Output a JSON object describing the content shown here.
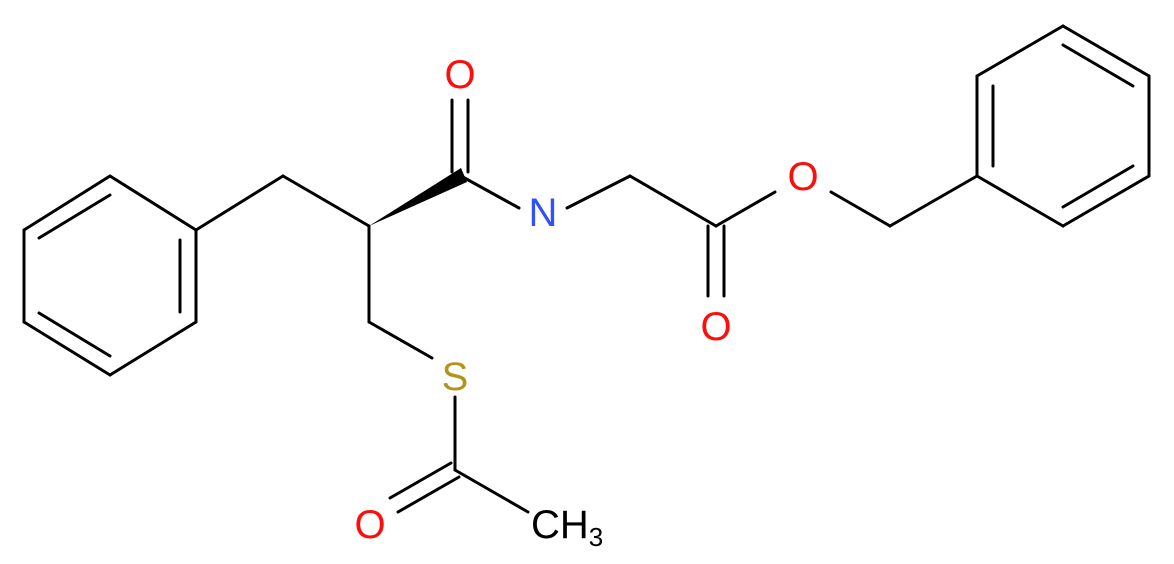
{
  "atoms": {
    "o_amide": {
      "text": "O",
      "color": "#ff0d0d"
    },
    "n_amide": {
      "text": "N",
      "color": "#3050f8"
    },
    "o_ester_single": {
      "text": "O",
      "color": "#ff0d0d"
    },
    "o_ester_double": {
      "text": "O",
      "color": "#ff0d0d"
    },
    "s_thio": {
      "text": "S",
      "color": "#b2941c"
    },
    "o_acetyl": {
      "text": "O",
      "color": "#ff0d0d"
    },
    "methyl": {
      "text": "CH",
      "sub": "3",
      "color": "#000000"
    }
  },
  "colors": {
    "bond": "#000000",
    "background": "#ffffff"
  }
}
